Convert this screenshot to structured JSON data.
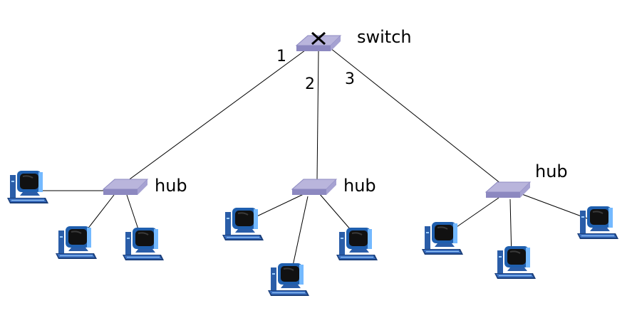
{
  "switch": {
    "label": "switch",
    "icon": "switch-icon"
  },
  "ports": [
    "1",
    "2",
    "3"
  ],
  "hubs": [
    {
      "label": "hub",
      "icon": "hub-icon"
    },
    {
      "label": "hub",
      "icon": "hub-icon"
    },
    {
      "label": "hub",
      "icon": "hub-icon"
    }
  ],
  "hosts": {
    "count": 9,
    "icon": "computer-icon"
  },
  "colors": {
    "device_top": "#b9b5dc",
    "device_side": "#8c88c0",
    "monitor": "#1f5fae",
    "screen": "#111111",
    "case": "#2a5da8",
    "line": "#000000"
  }
}
